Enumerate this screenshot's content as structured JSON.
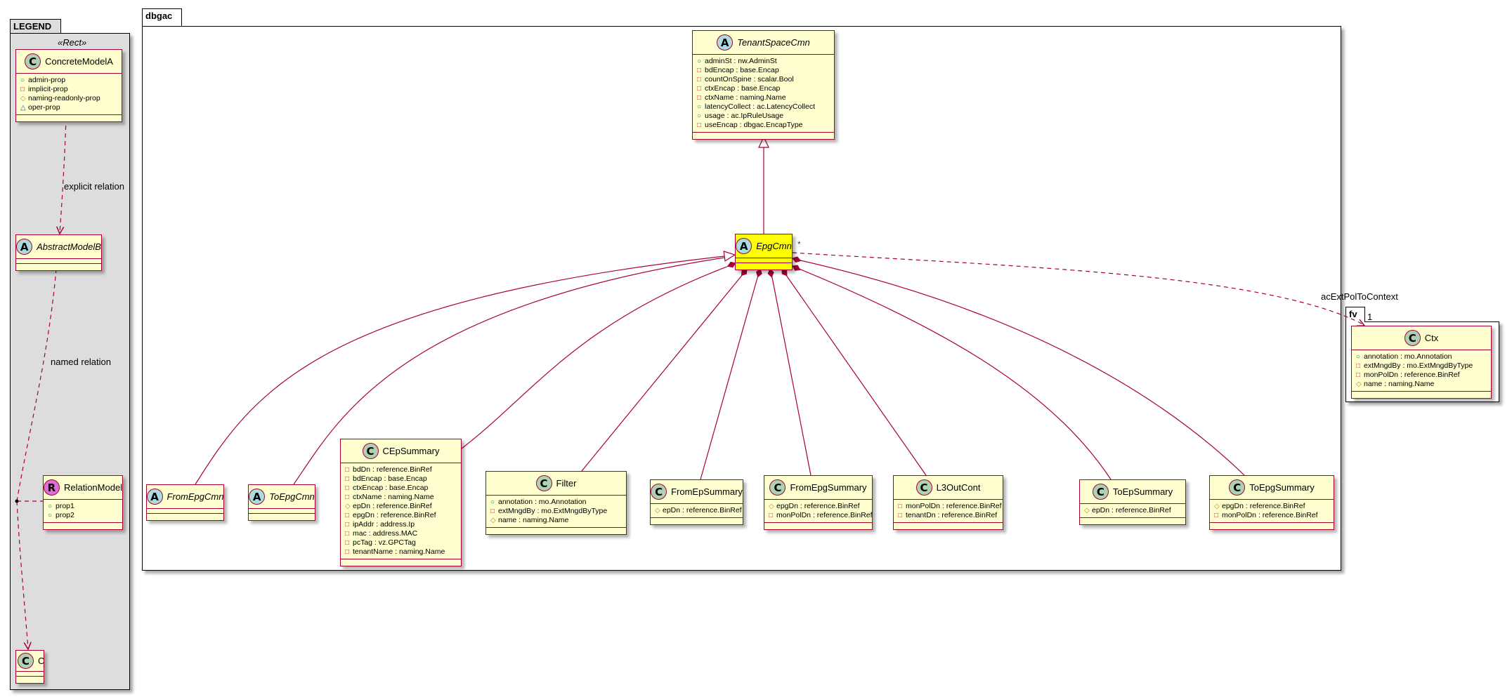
{
  "packages": {
    "legend": {
      "name": "LEGEND",
      "stereotype": "«Rect»"
    },
    "dbgac": {
      "name": "dbgac"
    },
    "fv": {
      "name": "fv"
    }
  },
  "classes": {
    "ConcreteModelA": {
      "kind": "C",
      "name": "ConcreteModelA",
      "attrs": [
        {
          "vis": "+",
          "text": "admin-prop"
        },
        {
          "vis": "-",
          "text": "implicit-prop"
        },
        {
          "vis": "#",
          "text": "naming-readonly-prop"
        },
        {
          "vis": "~",
          "text": "oper-prop"
        }
      ]
    },
    "AbstractModelB": {
      "kind": "A",
      "name": "AbstractModelB",
      "attrs": []
    },
    "RelationModel": {
      "kind": "R",
      "name": "RelationModel",
      "attrs": [
        {
          "vis": "+",
          "text": "prop1"
        },
        {
          "vis": "+",
          "text": "prop2"
        }
      ]
    },
    "C": {
      "kind": "C",
      "name": "C",
      "attrs": []
    },
    "TenantSpaceCmn": {
      "kind": "A",
      "name": "TenantSpaceCmn",
      "attrs": [
        {
          "vis": "+",
          "text": "adminSt : nw.AdminSt"
        },
        {
          "vis": "-",
          "text": "bdEncap : base.Encap"
        },
        {
          "vis": "-",
          "text": "countOnSpine : scalar.Bool"
        },
        {
          "vis": "-",
          "text": "ctxEncap : base.Encap"
        },
        {
          "vis": "-",
          "text": "ctxName : naming.Name"
        },
        {
          "vis": "+",
          "text": "latencyCollect : ac.LatencyCollect"
        },
        {
          "vis": "+",
          "text": "usage : ac.IpRuleUsage"
        },
        {
          "vis": "-",
          "text": "useEncap : dbgac.EncapType"
        }
      ]
    },
    "EpgCmn": {
      "kind": "A",
      "name": "EpgCmn",
      "highlight": "#FFFF00",
      "attrs": []
    },
    "FromEpgCmn": {
      "kind": "A",
      "name": "FromEpgCmn",
      "attrs": []
    },
    "ToEpgCmn": {
      "kind": "A",
      "name": "ToEpgCmn",
      "attrs": []
    },
    "CEpSummary": {
      "kind": "C",
      "name": "CEpSummary",
      "attrs": [
        {
          "vis": "-",
          "text": "bdDn : reference.BinRef"
        },
        {
          "vis": "-",
          "text": "bdEncap : base.Encap"
        },
        {
          "vis": "-",
          "text": "ctxEncap : base.Encap"
        },
        {
          "vis": "-",
          "text": "ctxName : naming.Name"
        },
        {
          "vis": "#",
          "text": "epDn : reference.BinRef"
        },
        {
          "vis": "-",
          "text": "epgDn : reference.BinRef"
        },
        {
          "vis": "-",
          "text": "ipAddr : address.Ip"
        },
        {
          "vis": "-",
          "text": "mac : address.MAC"
        },
        {
          "vis": "-",
          "text": "pcTag : vz.GPCTag"
        },
        {
          "vis": "-",
          "text": "tenantName : naming.Name"
        }
      ]
    },
    "Filter": {
      "kind": "C",
      "name": "Filter",
      "attrs": [
        {
          "vis": "+",
          "text": "annotation : mo.Annotation"
        },
        {
          "vis": "-",
          "text": "extMngdBy : mo.ExtMngdByType"
        },
        {
          "vis": "#",
          "text": "name : naming.Name"
        }
      ]
    },
    "FromEpSummary": {
      "kind": "C",
      "name": "FromEpSummary",
      "attrs": [
        {
          "vis": "#",
          "text": "epDn : reference.BinRef"
        }
      ]
    },
    "FromEpgSummary": {
      "kind": "C",
      "name": "FromEpgSummary",
      "attrs": [
        {
          "vis": "#",
          "text": "epgDn : reference.BinRef"
        },
        {
          "vis": "-",
          "text": "monPolDn : reference.BinRef"
        }
      ]
    },
    "L3OutCont": {
      "kind": "C",
      "name": "L3OutCont",
      "attrs": [
        {
          "vis": "-",
          "text": "monPolDn : reference.BinRef"
        },
        {
          "vis": "-",
          "text": "tenantDn : reference.BinRef"
        }
      ]
    },
    "ToEpSummary": {
      "kind": "C",
      "name": "ToEpSummary",
      "attrs": [
        {
          "vis": "#",
          "text": "epDn : reference.BinRef"
        }
      ]
    },
    "ToEpgSummary": {
      "kind": "C",
      "name": "ToEpgSummary",
      "attrs": [
        {
          "vis": "#",
          "text": "epgDn : reference.BinRef"
        },
        {
          "vis": "-",
          "text": "monPolDn : reference.BinRef"
        }
      ]
    },
    "Ctx": {
      "kind": "C",
      "name": "Ctx",
      "attrs": [
        {
          "vis": "+",
          "text": "annotation : mo.Annotation"
        },
        {
          "vis": "-",
          "text": "extMngdBy : mo.ExtMngdByType"
        },
        {
          "vis": "-",
          "text": "monPolDn : reference.BinRef"
        },
        {
          "vis": "#",
          "text": "name : naming.Name"
        }
      ]
    }
  },
  "labels": {
    "explicit_relation": "explicit relation",
    "named_relation": "named relation",
    "relation_name": "acExtPolToContext",
    "mult_source": "*",
    "mult_target": "1"
  },
  "colors": {
    "border": "#A80036",
    "class_bg": "#FEFECE",
    "legend_bg": "#DDDDDD",
    "circle_C": "#ADD1B2",
    "circle_A": "#A9DCDF",
    "circle_R": "#DA70D6",
    "vis_public": "#038048",
    "vis_private": "#C82930",
    "vis_protected": "#B38D22",
    "vis_package": "#1963A0"
  }
}
